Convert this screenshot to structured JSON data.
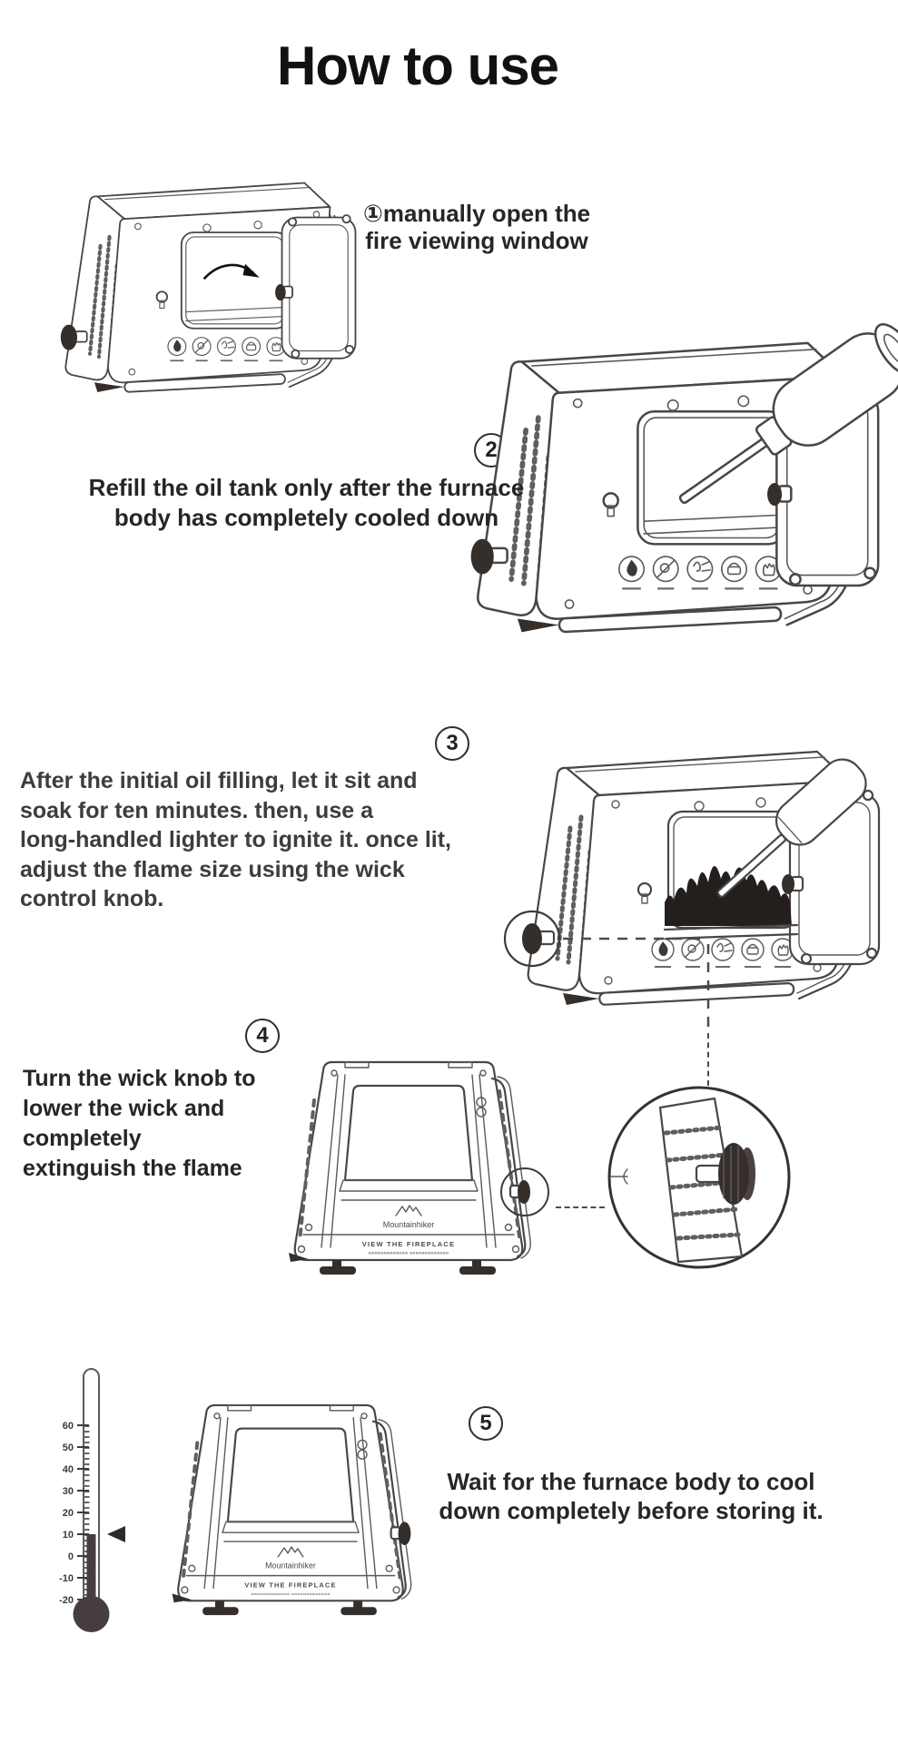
{
  "page": {
    "title": "How to use"
  },
  "steps": [
    {
      "number": "①",
      "lines": [
        "①manually open the",
        "fire viewing window"
      ]
    },
    {
      "number": "2",
      "lines": [
        "Refill the oil tank only after the furnace",
        "body has completely cooled down"
      ]
    },
    {
      "number": "3",
      "lines": [
        "After the initial oil filling, let it sit and",
        "soak for ten minutes. then, use a",
        "long-handled lighter to ignite it. once lit,",
        "adjust the flame size using the wick",
        "control knob."
      ]
    },
    {
      "number": "4",
      "lines": [
        "Turn the wick knob to",
        "lower the wick and",
        "completely",
        "extinguish the flame"
      ]
    },
    {
      "number": "5",
      "lines": [
        "Wait for the furnace body to cool",
        "down completely before storing it."
      ]
    }
  ],
  "branding": {
    "logo": "Mountainhiker",
    "tagline": "VIEW THE FIREPLACE",
    "decor": "«««««««««««««  »»»»»»»»»»»»»"
  },
  "thermometer": {
    "unit_ticks": [
      "60",
      "50",
      "40",
      "30",
      "20",
      "10",
      "0",
      "-10",
      "-20"
    ],
    "indicated_value": "10",
    "fill_color": "#453d3f"
  },
  "colors": {
    "ink": "#111111",
    "line": "#474747",
    "dark_fill": "#352f2c"
  }
}
